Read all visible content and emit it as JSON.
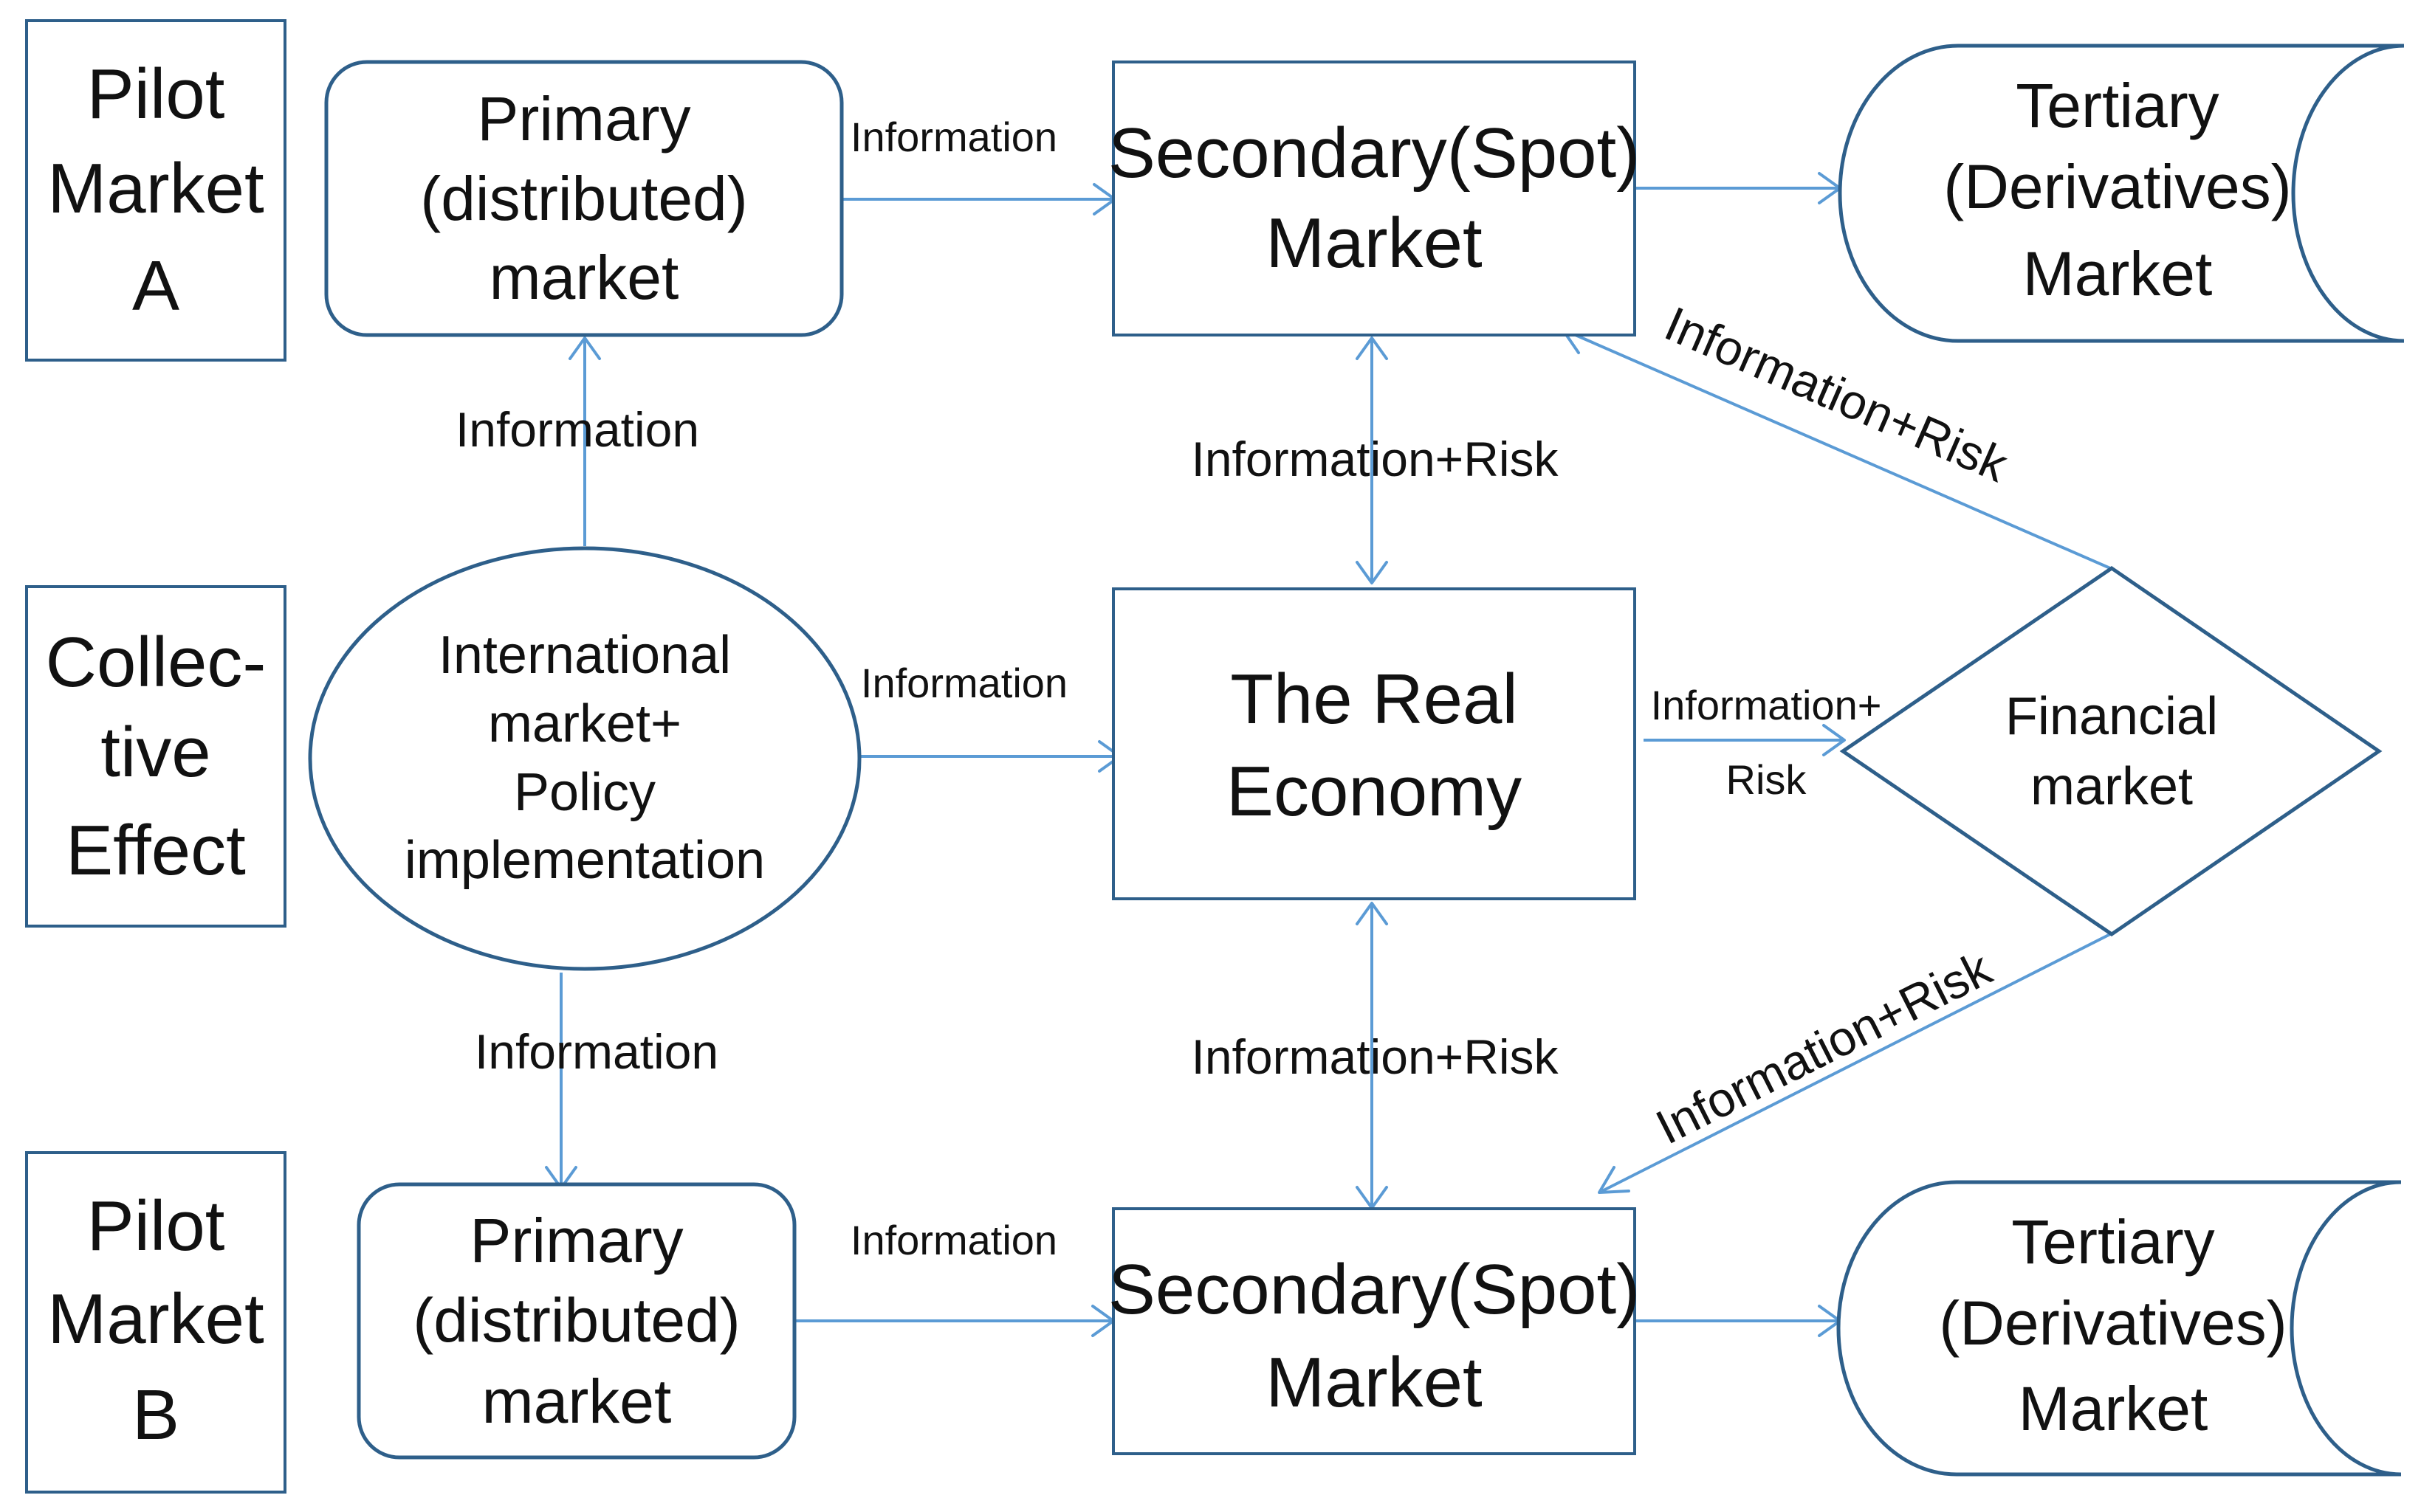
{
  "side_labels": {
    "pilot_a": [
      "Pilot",
      "Market",
      "A"
    ],
    "collective": [
      "Collec-",
      "tive",
      "Effect"
    ],
    "pilot_b": [
      "Pilot",
      "Market",
      "B"
    ]
  },
  "nodes": {
    "primary_a": [
      "Primary",
      "(distributed)",
      "market"
    ],
    "secondary_a": [
      "Secondary(Spot)",
      "Market"
    ],
    "tertiary_a": [
      "Tertiary",
      "(Derivatives)",
      "Market"
    ],
    "international": [
      "International",
      "market+",
      "Policy",
      "implementation"
    ],
    "real_economy": [
      "The Real",
      "Economy"
    ],
    "financial": [
      "Financial",
      "market"
    ],
    "primary_b": [
      "Primary",
      "(distributed)",
      "market"
    ],
    "secondary_b": [
      "Secondary(Spot)",
      "Market"
    ],
    "tertiary_b": [
      "Tertiary",
      "(Derivatives)",
      "Market"
    ]
  },
  "edge_labels": {
    "primary_a_to_secondary_a": "Information",
    "intl_to_primary_a": "Information",
    "secondary_a_real": "Information+Risk",
    "financial_to_secondary_a": "Information+Risk",
    "intl_to_real": "Information",
    "real_to_financial": [
      "Information+",
      "Risk"
    ],
    "intl_to_primary_b": "Information",
    "real_secondary_b": "Information+Risk",
    "financial_to_secondary_b": "Information+Risk",
    "primary_b_to_secondary_b": "Information"
  }
}
